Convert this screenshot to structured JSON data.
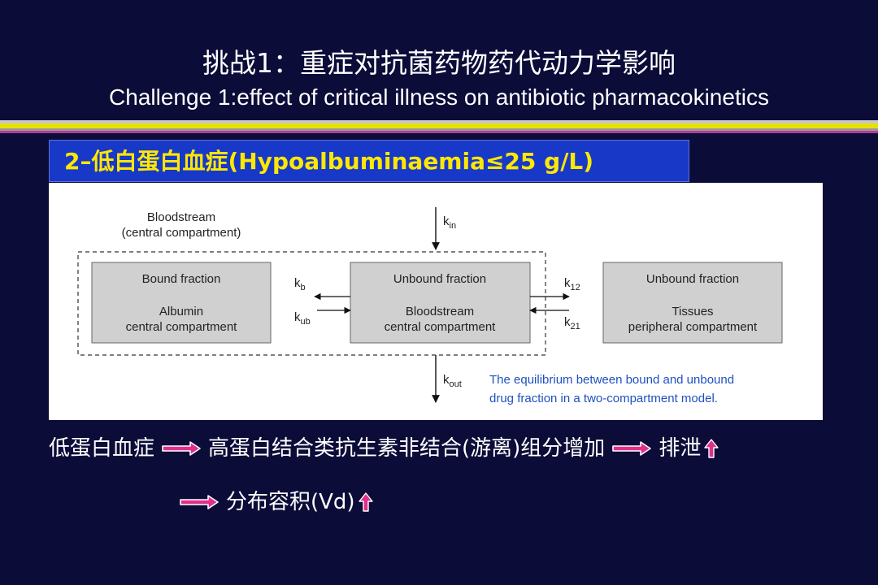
{
  "slide": {
    "title_cn": "挑战1：重症对抗菌药物药代动力学影响",
    "title_en": "Challenge 1:effect of critical illness on antibiotic pharmacokinetics",
    "subtitle": "2–低白蛋白血症(Hypoalbuminaemia≤25 g/L)"
  },
  "diagram": {
    "bloodstream_label_1": "Bloodstream",
    "bloodstream_label_2": "(central compartment)",
    "box_bound_title": "Bound fraction",
    "box_bound_line1": "Albumin",
    "box_bound_line2": "central compartment",
    "box_unbound_central_title": "Unbound fraction",
    "box_unbound_central_line1": "Bloodstream",
    "box_unbound_central_line2": "central compartment",
    "box_unbound_tissue_title": "Unbound fraction",
    "box_unbound_tissue_line1": "Tissues",
    "box_unbound_tissue_line2": "peripheral compartment",
    "k_in": {
      "base": "k",
      "sub": "in"
    },
    "k_out": {
      "base": "k",
      "sub": "out"
    },
    "k_b": {
      "base": "k",
      "sub": "b"
    },
    "k_ub": {
      "base": "k",
      "sub": "ub"
    },
    "k_12": {
      "base": "k",
      "sub": "12"
    },
    "k_21": {
      "base": "k",
      "sub": "21"
    },
    "caption_1": "The equilibrium between bound and unbound",
    "caption_2": "drug fraction in a two-compartment model."
  },
  "flow": {
    "row1": [
      "低蛋白血症",
      "高蛋白结合类抗生素非结合(游离)组分增加",
      "排泄"
    ],
    "row2": [
      "分布容积(Vd)"
    ]
  },
  "colors": {
    "background": "#0b0c38",
    "subtitle_bg": "#1838c8",
    "subtitle_text": "#ffe800",
    "arrow_magenta": "#e0308a",
    "caption_blue": "#2050c0",
    "box_fill": "#d0d0d0"
  }
}
